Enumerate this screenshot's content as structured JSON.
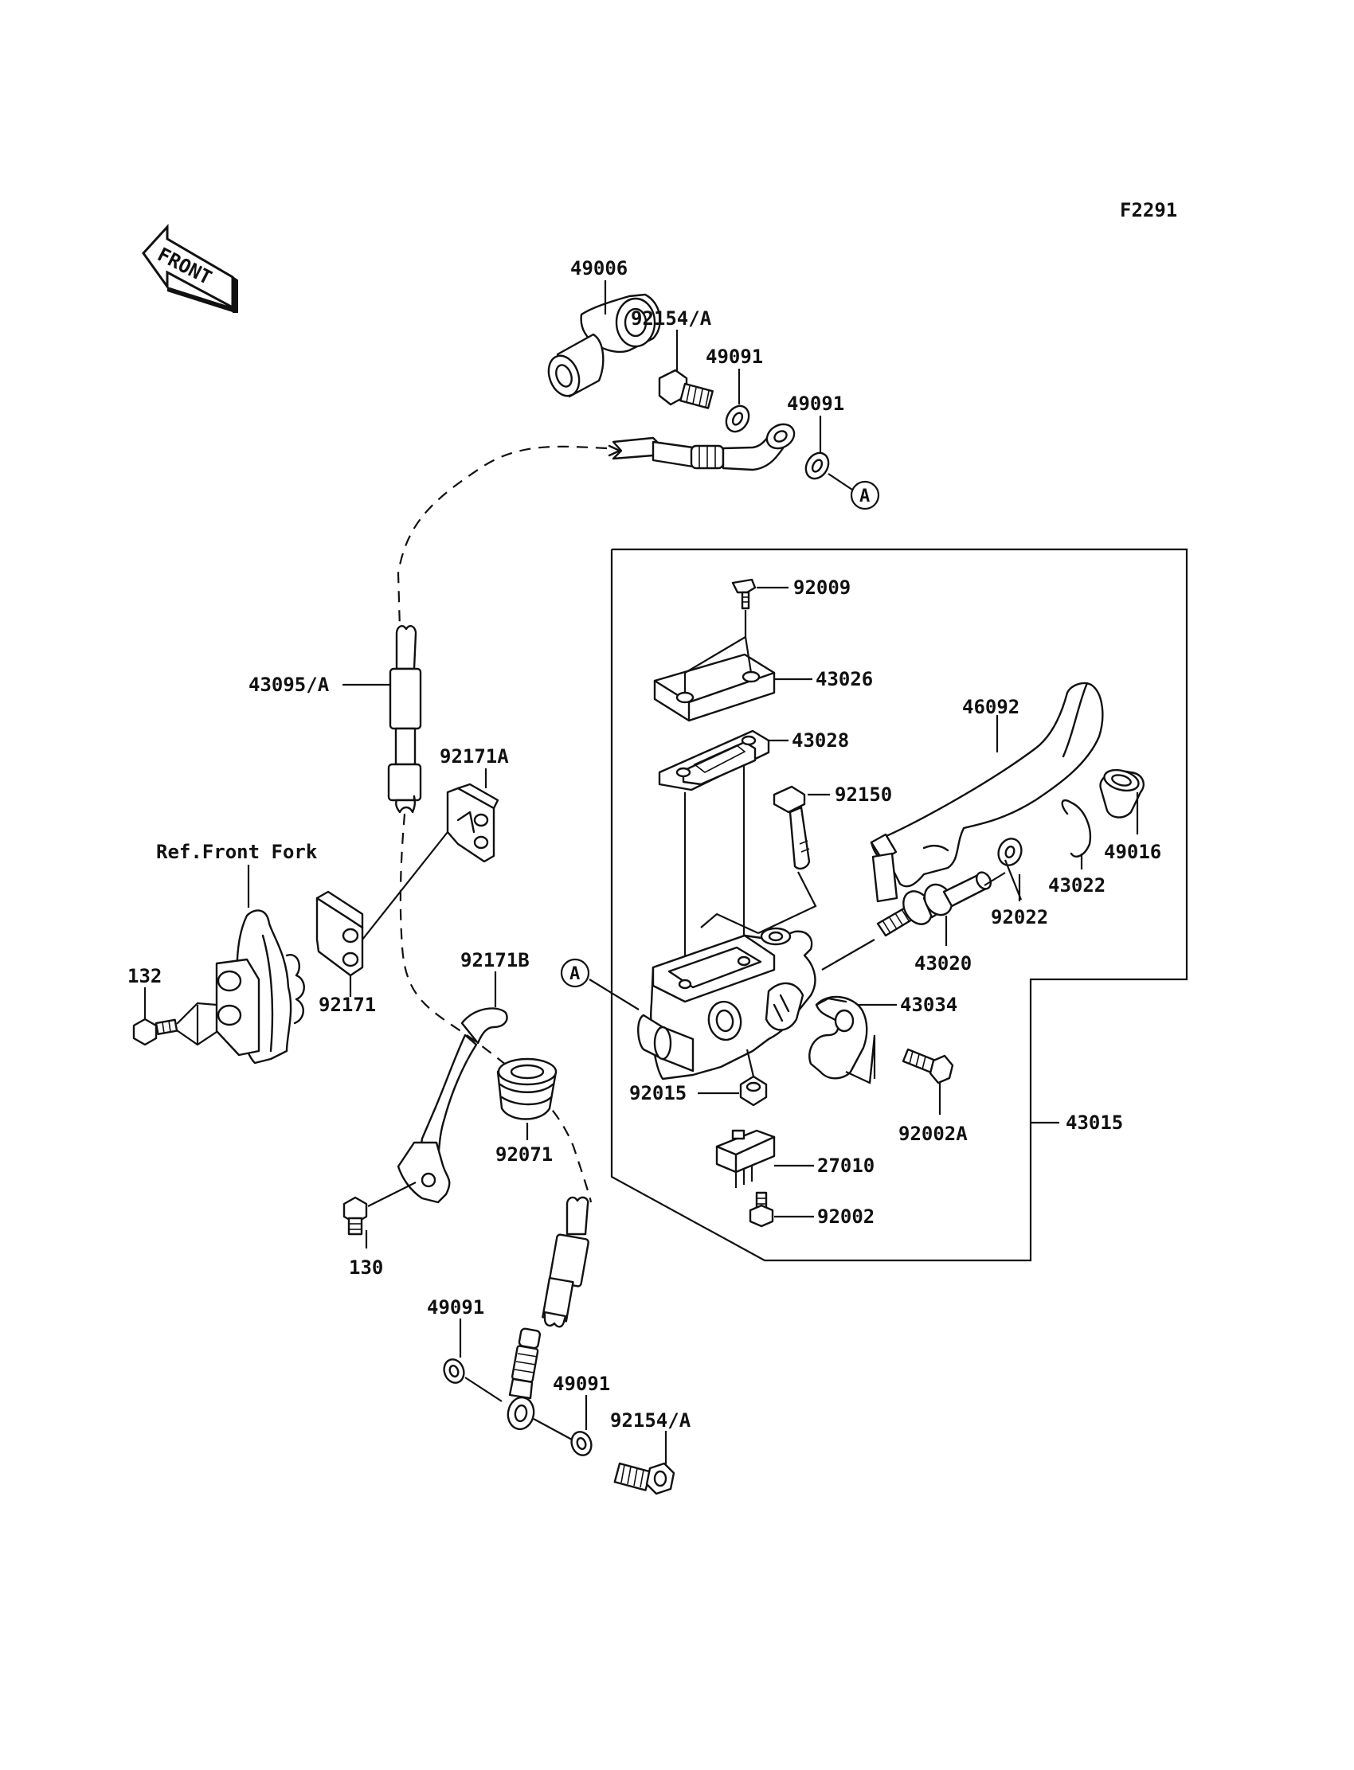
{
  "figure_code": "F2291",
  "front_badge": "FRONT",
  "ref_label": "Ref.Front Fork",
  "ref_marker": "A",
  "parts": [
    {
      "key": "p49006",
      "number": "49006"
    },
    {
      "key": "p92154a_top",
      "number": "92154/A"
    },
    {
      "key": "p49091_t1",
      "number": "49091"
    },
    {
      "key": "p49091_t2",
      "number": "49091"
    },
    {
      "key": "p92009",
      "number": "92009"
    },
    {
      "key": "p43026",
      "number": "43026"
    },
    {
      "key": "p43028",
      "number": "43028"
    },
    {
      "key": "p46092",
      "number": "46092"
    },
    {
      "key": "p92150",
      "number": "92150"
    },
    {
      "key": "p43095a",
      "number": "43095/A"
    },
    {
      "key": "p92171a",
      "number": "92171A"
    },
    {
      "key": "p49016",
      "number": "49016"
    },
    {
      "key": "p43022",
      "number": "43022"
    },
    {
      "key": "p92022",
      "number": "92022"
    },
    {
      "key": "p43020",
      "number": "43020"
    },
    {
      "key": "p132",
      "number": "132"
    },
    {
      "key": "p92171",
      "number": "92171"
    },
    {
      "key": "p92171b",
      "number": "92171B"
    },
    {
      "key": "p43034",
      "number": "43034"
    },
    {
      "key": "p92015",
      "number": "92015"
    },
    {
      "key": "p92002a",
      "number": "92002A"
    },
    {
      "key": "p43015",
      "number": "43015"
    },
    {
      "key": "p92071",
      "number": "92071"
    },
    {
      "key": "p27010",
      "number": "27010"
    },
    {
      "key": "p92002",
      "number": "92002"
    },
    {
      "key": "p130",
      "number": "130"
    },
    {
      "key": "p49091_b1",
      "number": "49091"
    },
    {
      "key": "p49091_b2",
      "number": "49091"
    },
    {
      "key": "p92154a_bot",
      "number": "92154/A"
    }
  ]
}
